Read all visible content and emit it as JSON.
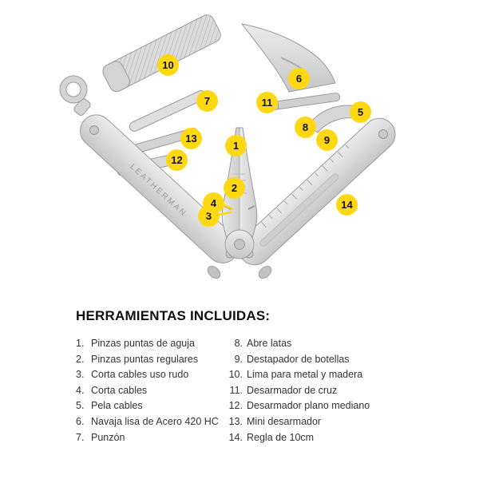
{
  "illustration": {
    "brand_text": "LEATHERMAN",
    "colors": {
      "callout_bg": "#FFD814",
      "callout_text": "#111111"
    },
    "callouts": [
      {
        "n": "1"
      },
      {
        "n": "2"
      },
      {
        "n": "3"
      },
      {
        "n": "4"
      },
      {
        "n": "5"
      },
      {
        "n": "6"
      },
      {
        "n": "7"
      },
      {
        "n": "8"
      },
      {
        "n": "9"
      },
      {
        "n": "10"
      },
      {
        "n": "11"
      },
      {
        "n": "12"
      },
      {
        "n": "13"
      },
      {
        "n": "14"
      }
    ]
  },
  "legend": {
    "title": "HERRAMIENTAS INCLUIDAS:",
    "left": [
      {
        "num": "1.",
        "label": "Pinzas puntas de aguja"
      },
      {
        "num": "2.",
        "label": "Pinzas puntas regulares"
      },
      {
        "num": "3.",
        "label": "Corta cables uso rudo"
      },
      {
        "num": "4.",
        "label": "Corta cables"
      },
      {
        "num": "5.",
        "label": "Pela cables"
      },
      {
        "num": "6.",
        "label": "Navaja lisa de Acero 420 HC"
      },
      {
        "num": "7.",
        "label": "Punzón"
      }
    ],
    "right": [
      {
        "num": "8.",
        "label": "Abre latas"
      },
      {
        "num": "9.",
        "label": "Destapador de botellas"
      },
      {
        "num": "10.",
        "label": "Lima para metal y madera"
      },
      {
        "num": "11.",
        "label": "Desarmador de cruz"
      },
      {
        "num": "12.",
        "label": "Desarmador plano mediano"
      },
      {
        "num": "13.",
        "label": "Mini desarmador"
      },
      {
        "num": "14.",
        "label": "Regla de 10cm"
      }
    ]
  }
}
